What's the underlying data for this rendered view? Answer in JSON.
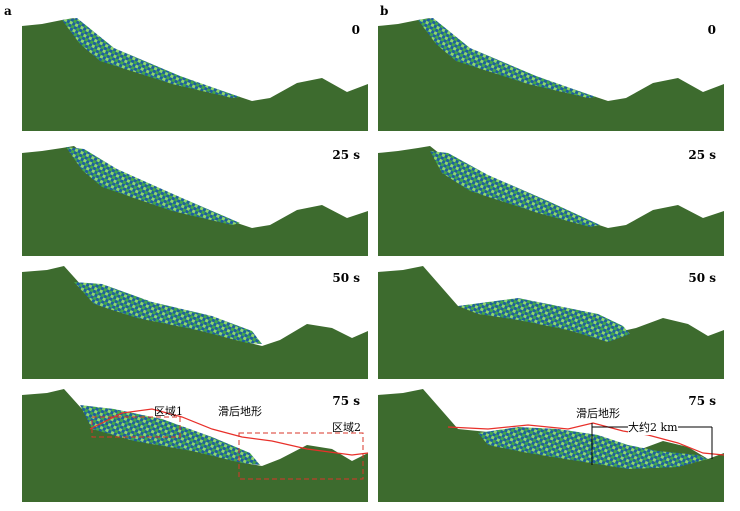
{
  "figure": {
    "columns": [
      {
        "letter": "a",
        "panels": [
          {
            "time": "0"
          },
          {
            "time": "25 s"
          },
          {
            "time": "50 s"
          },
          {
            "time": "75 s",
            "annotations": {
              "region1": "区域1",
              "terrain": "滑后地形",
              "region2": "区域2"
            }
          }
        ]
      },
      {
        "letter": "b",
        "panels": [
          {
            "time": "0"
          },
          {
            "time": "25 s"
          },
          {
            "time": "50 s"
          },
          {
            "time": "75 s",
            "annotations": {
              "terrain": "滑后地形",
              "distance": "大约2 km"
            }
          }
        ]
      }
    ]
  },
  "colors": {
    "terrain": "#3d6b2e",
    "particle_dark_blue": "#1f5f9e",
    "particle_light_green": "#8fd86a",
    "particle_green": "#44a84a",
    "post_slide_line": "#e8302a",
    "region_box": "#d9352a"
  }
}
